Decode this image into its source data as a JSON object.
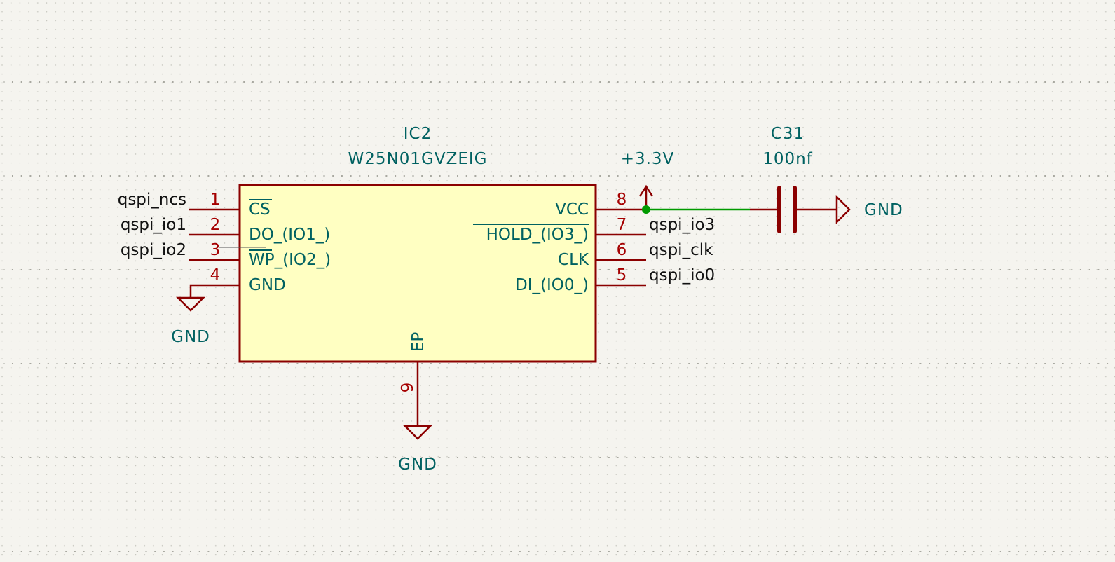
{
  "ic": {
    "reference": "IC2",
    "value": "W25N01GVZEIG",
    "colors": {
      "body_fill": "#ffffc2",
      "body_stroke": "#8b0000"
    },
    "pins": {
      "p1": {
        "number": "1",
        "name": "CS",
        "net": "qspi_ncs"
      },
      "p2": {
        "number": "2",
        "name": "DO_(IO1_)",
        "net": "qspi_io1"
      },
      "p3": {
        "number": "3",
        "name": "WP_(IO2_)",
        "net": "qspi_io2"
      },
      "p4": {
        "number": "4",
        "name": "GND",
        "net": "GND"
      },
      "p5": {
        "number": "5",
        "name": "DI_(IO0_)",
        "net": "qspi_io0"
      },
      "p6": {
        "number": "6",
        "name": "CLK",
        "net": "qspi_clk"
      },
      "p7": {
        "number": "7",
        "name": "HOLD_(IO3_)",
        "net": "qspi_io3"
      },
      "p8": {
        "number": "8",
        "name": "VCC",
        "net": "+3.3V"
      },
      "p9": {
        "number": "9",
        "name": "EP",
        "net": "GND"
      }
    }
  },
  "capacitor": {
    "reference": "C31",
    "value": "100nf",
    "ground_label": "GND"
  },
  "power": {
    "vcc_label": "+3.3V"
  },
  "colors": {
    "background": "#f5f4ef",
    "grid_dot": "#b8b8b0",
    "wire_symbol": "#8b0000",
    "wire_net": "#009a00",
    "junction": "#009a00",
    "label_teal": "#006161",
    "pin_number": "#a50000"
  }
}
